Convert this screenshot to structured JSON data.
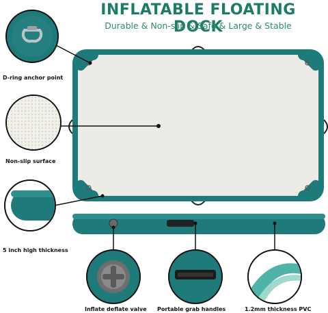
{
  "header": {
    "title": "INFLATABLE FLOATING DOCK",
    "subtitle": "Durable & Non-slip & Safe & Large & Stable"
  },
  "features": {
    "d_ring": "D-ring anchor point",
    "non_slip": "Non-slip surface",
    "thickness": "5 inch high thickness",
    "valve": "Inflate deflate valve",
    "handles": "Portable grab handles",
    "pvc": "1.2mm thickness PVC"
  },
  "colors": {
    "teal": "#1f7a7a",
    "teal_dark": "#145a5a",
    "surface": "#ecebe6",
    "brand_green": "#1d7c67"
  }
}
